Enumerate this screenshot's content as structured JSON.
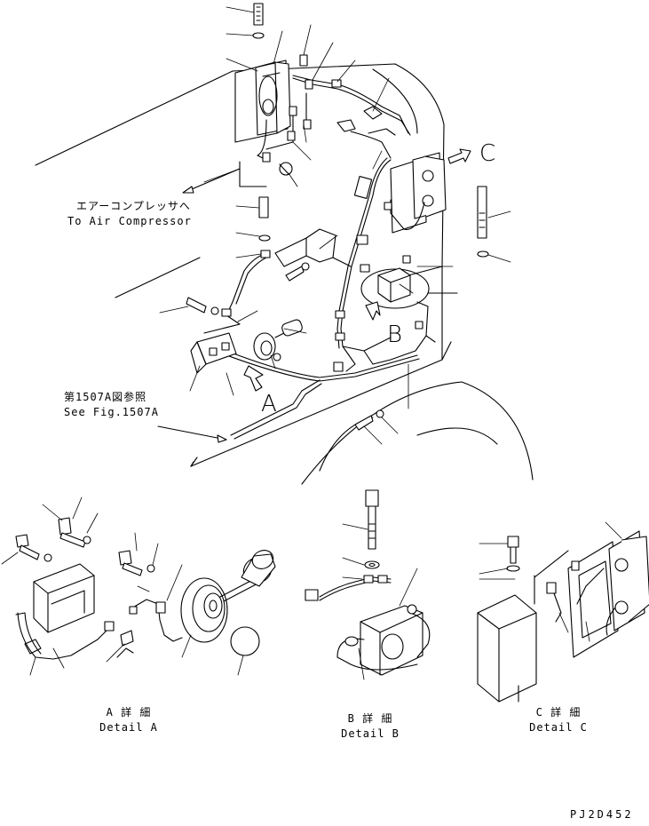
{
  "callouts": {
    "air_compressor_jp": "エアーコンプレッサへ",
    "air_compressor_en": "To Air Compressor",
    "see_fig_jp": "第1507A図参照",
    "see_fig_en": "See Fig.1507A"
  },
  "view_labels": {
    "a": "A",
    "b": "B",
    "c": "C"
  },
  "details": [
    {
      "jp": "A 詳 細",
      "en": "Detail A"
    },
    {
      "jp": "B 詳 細",
      "en": "Detail B"
    },
    {
      "jp": "C 詳 細",
      "en": "Detail C"
    }
  ],
  "drawing_code": "PJ2D452"
}
